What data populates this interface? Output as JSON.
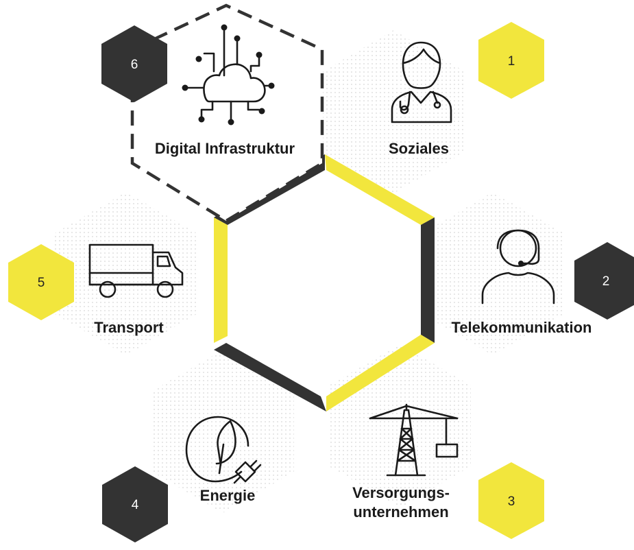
{
  "sectors": [
    {
      "id": "soziales",
      "number": "1",
      "label": "Soziales",
      "badge_color": "#f2e63d",
      "badge_text_color": "#222222",
      "icon": "doctor-icon"
    },
    {
      "id": "telekommunikation",
      "number": "2",
      "label": "Telekommunikation",
      "badge_color": "#333333",
      "badge_text_color": "#ffffff",
      "icon": "headset-agent-icon"
    },
    {
      "id": "versorgung",
      "number": "3",
      "label_lines": [
        "Versorgungs-",
        "unternehmen"
      ],
      "badge_color": "#f2e63d",
      "badge_text_color": "#222222",
      "icon": "power-pylon-icon"
    },
    {
      "id": "energie",
      "number": "4",
      "label": "Energie",
      "badge_color": "#333333",
      "badge_text_color": "#ffffff",
      "icon": "green-energy-plug-icon"
    },
    {
      "id": "transport",
      "number": "5",
      "label": "Transport",
      "badge_color": "#f2e63d",
      "badge_text_color": "#222222",
      "icon": "truck-icon"
    },
    {
      "id": "digital",
      "number": "6",
      "label": "Digital Infrastruktur",
      "badge_color": "#333333",
      "badge_text_color": "#ffffff",
      "icon": "cloud-network-icon",
      "highlighted": true
    }
  ],
  "colors": {
    "yellow": "#f2e63d",
    "dark": "#333333",
    "dots": "#d9d9d9"
  }
}
